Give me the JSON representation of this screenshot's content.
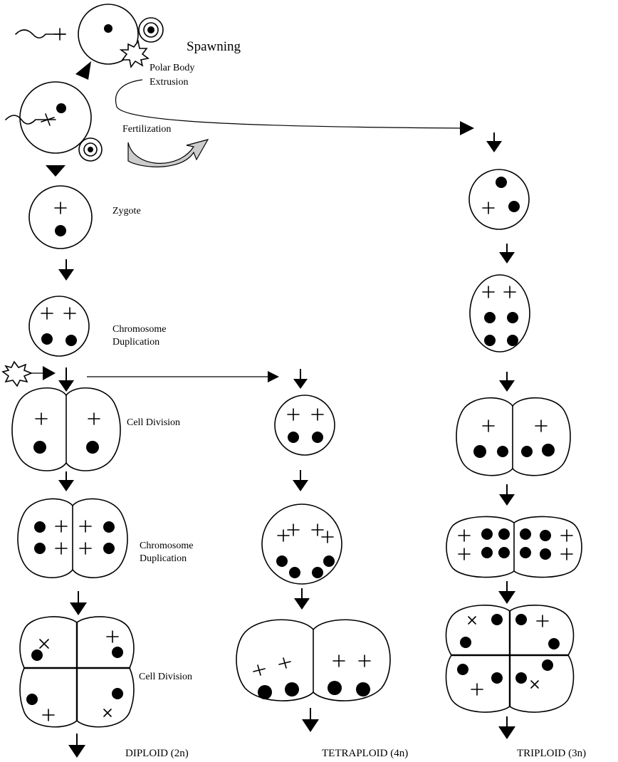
{
  "labels": {
    "spawning": "Spawning",
    "polar_body_1": "Polar Body",
    "polar_body_2": "Extrusion",
    "fertilization": "Fertilization",
    "zygote": "Zygote",
    "chrom_dup_1a": "Chromosome",
    "chrom_dup_1b": "Duplication",
    "cell_div_1": "Cell Division",
    "chrom_dup_2a": "Chromosome",
    "chrom_dup_2b": "Duplication",
    "cell_div_2": "Cell Division",
    "diploid": "DIPLOID (2n)",
    "tetraploid": "TETRAPLOID (4n)",
    "triploid": "TRIPLOID (3n)"
  },
  "icons": {
    "chromosome_dot": "filled-circle",
    "chromosome_cross": "plus-sign",
    "shock": "starburst-icon",
    "sperm": "sperm-icon",
    "flow_arrow": "down-arrow-icon"
  }
}
